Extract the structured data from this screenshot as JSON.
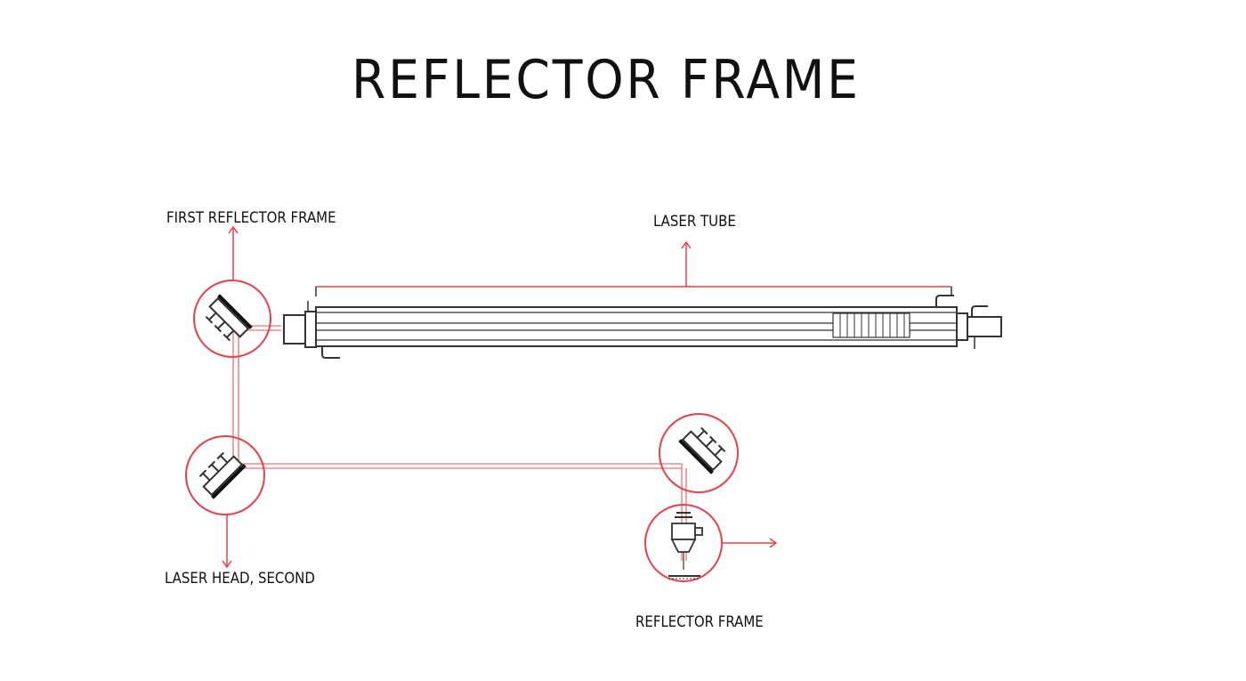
{
  "title": "REFLECTOR FRAME",
  "labels": {
    "first_reflector": "FIRST REFLECTOR FRAME",
    "laser_tube": "LASER TUBE",
    "laser_head_second": "LASER HEAD, SECOND",
    "reflector_frame": "REFLECTOR FRAME"
  },
  "colors": {
    "accent": "#e8404a",
    "beam": "#f4a0a0",
    "line": "#333333"
  }
}
